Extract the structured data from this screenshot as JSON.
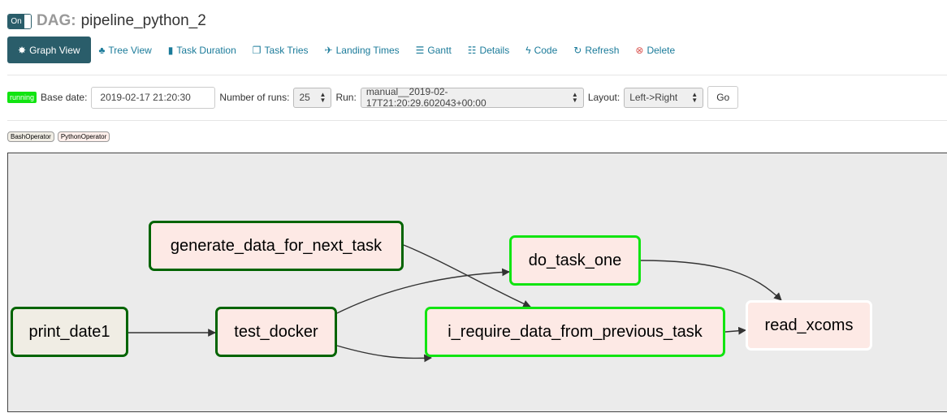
{
  "header": {
    "toggle_label": "On",
    "dag_prefix": "DAG:",
    "dag_id": "pipeline_python_2"
  },
  "nav": [
    {
      "label": "Graph View",
      "icon": "gear-icon",
      "glyph": "✸",
      "active": true
    },
    {
      "label": "Tree View",
      "icon": "tree-icon",
      "glyph": "♣"
    },
    {
      "label": "Task Duration",
      "icon": "bar-chart-icon",
      "glyph": "▮"
    },
    {
      "label": "Task Tries",
      "icon": "duplicate-icon",
      "glyph": "❐"
    },
    {
      "label": "Landing Times",
      "icon": "plane-icon",
      "glyph": "✈"
    },
    {
      "label": "Gantt",
      "icon": "align-left-icon",
      "glyph": "☰"
    },
    {
      "label": "Details",
      "icon": "list-icon",
      "glyph": "☷"
    },
    {
      "label": "Code",
      "icon": "flash-icon",
      "glyph": "ϟ"
    },
    {
      "label": "Refresh",
      "icon": "refresh-icon",
      "glyph": "↻"
    },
    {
      "label": "Delete",
      "icon": "remove-circle-icon",
      "glyph": "⊗"
    }
  ],
  "form": {
    "status_badge": "running",
    "base_date_label": "Base date:",
    "base_date_value": "2019-02-17 21:20:30",
    "num_runs_label": "Number of runs:",
    "num_runs_value": "25",
    "run_label": "Run:",
    "run_value": "manual__2019-02-17T21:20:29.602043+00:00",
    "layout_label": "Layout:",
    "layout_value": "Left->Right",
    "go_label": "Go"
  },
  "operators": [
    {
      "label": "BashOperator",
      "color": "#f0ede4"
    },
    {
      "label": "PythonOperator",
      "color": "#ffefeb"
    }
  ],
  "colors": {
    "accent": "#2a5d6a",
    "link": "#1b7b9a",
    "running": "#11e411",
    "success_border": "#006400",
    "running_border": "#11e411",
    "bash_fill": "#f0ede4",
    "python_fill": "#fde9e5"
  },
  "graph": {
    "nodes": [
      {
        "id": "generate_data_for_next_task",
        "label": "generate_data_for_next_task",
        "state": "success",
        "operator": "PythonOperator"
      },
      {
        "id": "do_task_one",
        "label": "do_task_one",
        "state": "running",
        "operator": "PythonOperator"
      },
      {
        "id": "print_date1",
        "label": "print_date1",
        "state": "success",
        "operator": "BashOperator"
      },
      {
        "id": "test_docker",
        "label": "test_docker",
        "state": "success",
        "operator": "PythonOperator"
      },
      {
        "id": "i_require_data_from_previous_task",
        "label": "i_require_data_from_previous_task",
        "state": "running",
        "operator": "PythonOperator"
      },
      {
        "id": "read_xcoms",
        "label": "read_xcoms",
        "state": "none",
        "operator": "PythonOperator"
      }
    ],
    "edges": [
      [
        "print_date1",
        "test_docker"
      ],
      [
        "test_docker",
        "do_task_one"
      ],
      [
        "test_docker",
        "i_require_data_from_previous_task"
      ],
      [
        "generate_data_for_next_task",
        "i_require_data_from_previous_task"
      ],
      [
        "do_task_one",
        "read_xcoms"
      ],
      [
        "i_require_data_from_previous_task",
        "read_xcoms"
      ]
    ]
  }
}
